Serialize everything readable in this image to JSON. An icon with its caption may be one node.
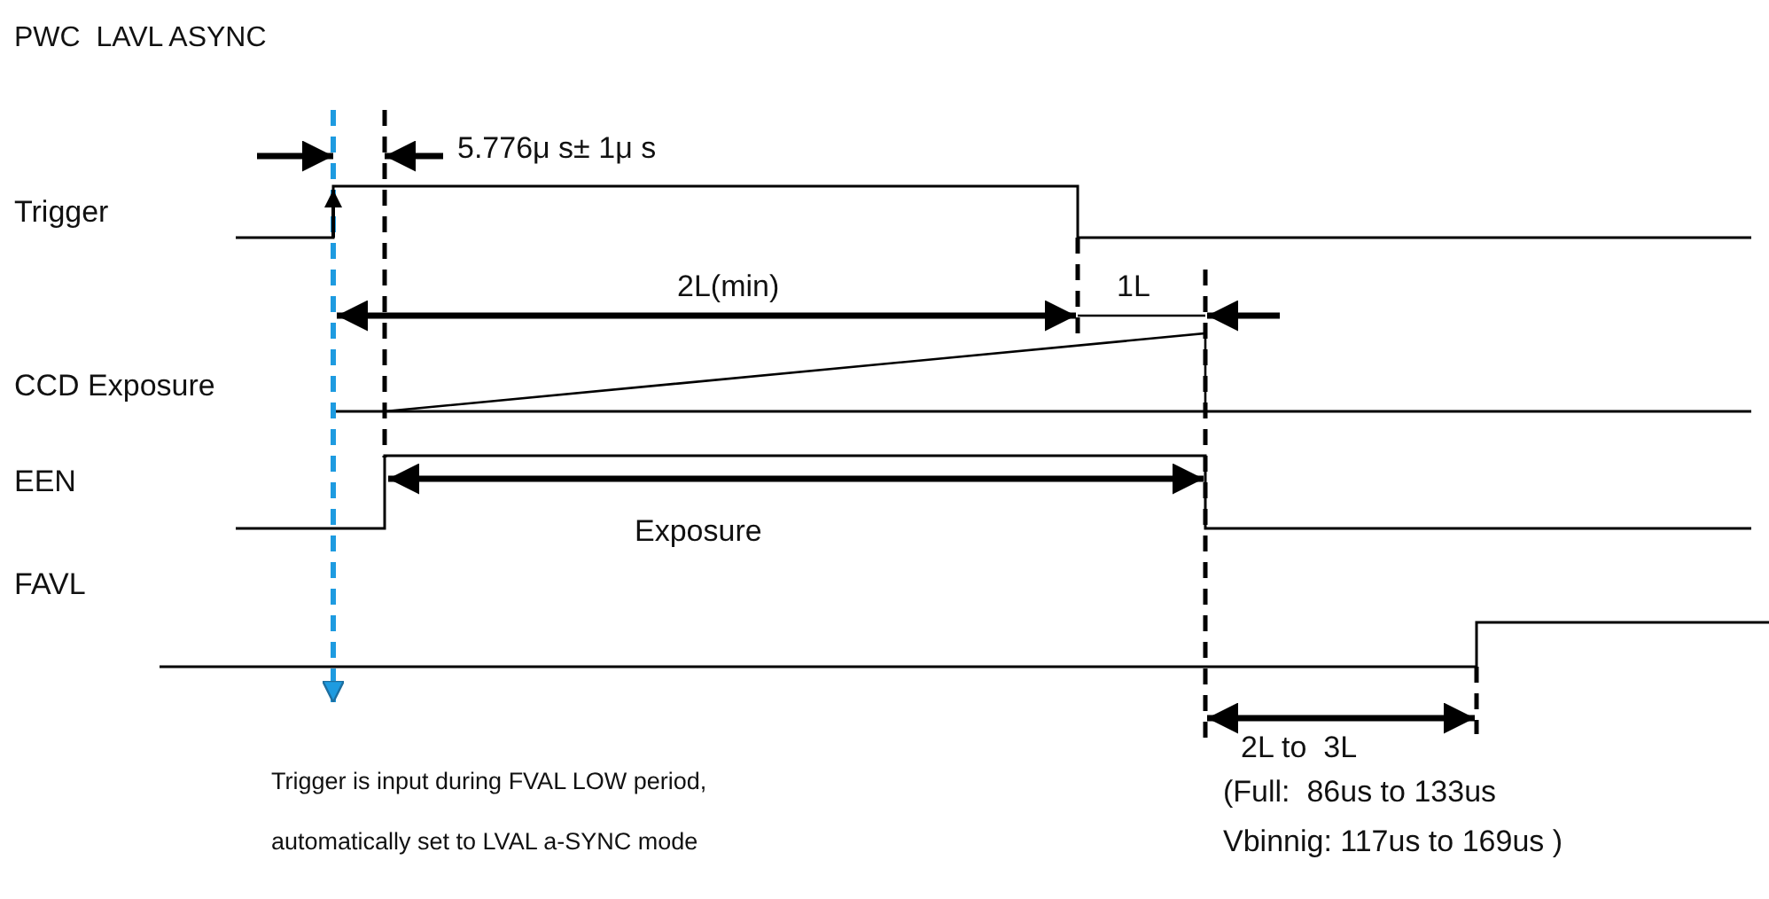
{
  "diagram": {
    "title": "PWC  LAVL ASYNC",
    "labels": [
      "Trigger",
      "5.776μ s± 1μ s",
      "2L(min)",
      "1L",
      "CCD Exposure",
      "EEN",
      "Exposure",
      "FAVL",
      "Trigger is input during FVAL LOW period, automatically set to LVAL a-SYNC mode",
      "2L to  3L",
      "(Full:  86us to 133us Vbinnig: 117us to 169us )"
    ]
  }
}
